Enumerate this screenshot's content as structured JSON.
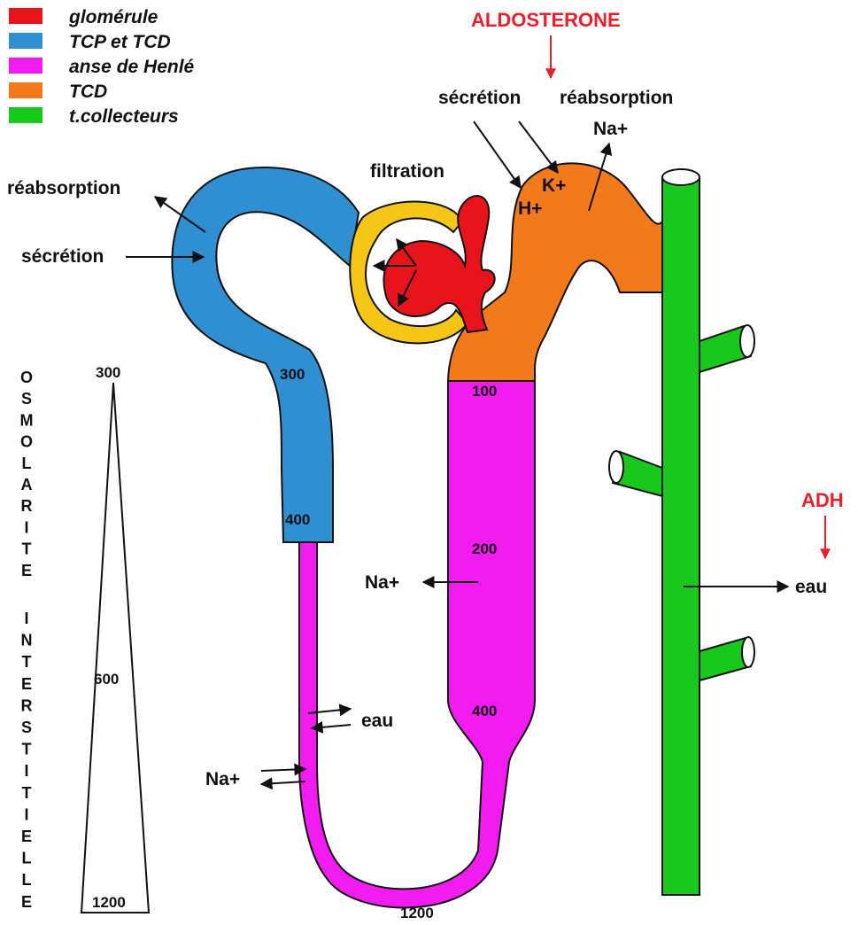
{
  "colors": {
    "glomerule": "#e8141c",
    "tcp_tcd": "#2f8fd0",
    "henle": "#f21cf0",
    "tcd": "#f27a1c",
    "collecteurs": "#18c81c",
    "capsule": "#f5c518",
    "hormone": "#e8202c"
  },
  "legend": [
    {
      "label": "glomérule",
      "color_key": "glomerule"
    },
    {
      "label": "TCP et TCD",
      "color_key": "tcp_tcd"
    },
    {
      "label": "anse de Henlé",
      "color_key": "henle"
    },
    {
      "label": "TCD",
      "color_key": "tcd"
    },
    {
      "label": "t.collecteurs",
      "color_key": "collecteurs"
    }
  ],
  "hormones": {
    "aldosterone": "ALDOSTERONE",
    "adh": "ADH"
  },
  "labels": {
    "filtration": "filtration",
    "reabsorption_tcp": "réabsorption",
    "secretion_tcp": "sécrétion",
    "secretion_tcd": "sécrétion",
    "reabsorption_tcd": "réabsorption",
    "na_tcd": "Na+",
    "k": "K+",
    "h": "H+",
    "na_henle_asc": "Na+",
    "na_henle_desc": "Na+",
    "eau_henle": "eau",
    "eau_collecteur": "eau"
  },
  "osmolarity_values": {
    "tcp_300": "300",
    "tcp_400": "400",
    "asc_100": "100",
    "asc_200": "200",
    "asc_400": "400",
    "bottom_1200": "1200"
  },
  "scale": {
    "top": "300",
    "middle": "600",
    "bottom": "1200",
    "axis_word1": [
      "O",
      "S",
      "M",
      "O",
      "L",
      "A",
      "R",
      "I",
      "T",
      "E"
    ],
    "axis_word2": [
      "I",
      "N",
      "T",
      "E",
      "R",
      "S",
      "T",
      "I",
      "T",
      "I",
      "E",
      "L",
      "L",
      "E"
    ]
  }
}
